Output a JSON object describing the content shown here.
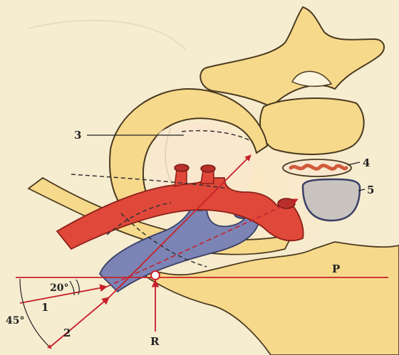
{
  "labels": {
    "l3": "3",
    "l4": "4",
    "l5": "5",
    "lP": "P",
    "lR": "R",
    "l1": "1",
    "l2": "2",
    "angle20": "20°",
    "angle45": "45°"
  },
  "colors": {
    "background": "#f6ecd0",
    "bone": "#f7d98b",
    "bone_outline": "#4a3a20",
    "artery": "#e0483a",
    "vein": "#7b84b5",
    "trachea": "#c9c4bf",
    "ray": "#c8202a"
  }
}
